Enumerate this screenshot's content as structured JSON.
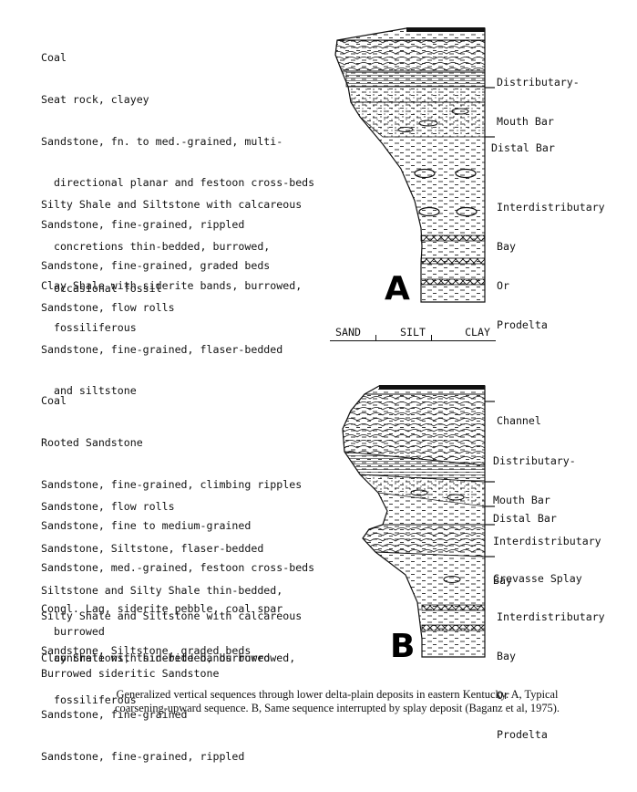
{
  "panel_a": {
    "label": "A",
    "descriptions": [
      "Coal",
      "Seat rock, clayey",
      "Sandstone, fn. to med.-grained, multi-",
      "  directional planar and festoon cross-beds",
      "Sandstone, fine-grained, rippled",
      "Sandstone, fine-grained, graded beds",
      "Sandstone, flow rolls",
      "Sandstone, fine-grained, flaser-bedded",
      "  and siltstone"
    ],
    "descriptions_lower_1": [
      "Silty Shale and Siltstone with calcareous",
      "  concretions thin-bedded, burrowed,",
      "  occasional fossil"
    ],
    "descriptions_lower_2": [
      "Clay Shale with siderite bands, burrowed,",
      "  fossiliferous"
    ],
    "zones": {
      "distributary_mouth_bar": [
        "Distributary-",
        "Mouth Bar"
      ],
      "distal_bar": [
        "Distal Bar"
      ],
      "interdistributary": [
        "Interdistributary",
        "Bay",
        "Or",
        "Prodelta"
      ]
    }
  },
  "grain_scale": {
    "labels": [
      "SAND",
      "SILT",
      "CLAY"
    ]
  },
  "panel_b": {
    "label": "B",
    "descriptions_1": [
      "Coal",
      "Rooted Sandstone",
      "Sandstone, fine-grained, climbing ripples",
      "Sandstone, fine to medium-grained",
      "Sandstone, med.-grained, festoon cross-beds",
      "Congl. Lag, siderite pebble, coal spar",
      "Sandstone, Siltstone, graded beds"
    ],
    "descriptions_2": [
      "Sandstone, flow rolls",
      "Sandstone, Siltstone, flaser-bedded",
      "Siltstone and Silty Shale thin-bedded,",
      "  burrowed",
      "Burrowed sideritic Sandstone",
      "Sandstone, fine-grained",
      "Sandstone, fine-grained, rippled"
    ],
    "descriptions_3": [
      "Silty Shale and Siltstone with calcareous",
      "  concretions, thin-bedded, burrowed"
    ],
    "descriptions_4": [
      "Clay Shale with siderite bands burrowed,",
      "  fossiliferous"
    ],
    "zones": {
      "channel": [
        "Channel"
      ],
      "distributary_mouth_bar": [
        "Distributary-",
        "Mouth Bar"
      ],
      "distal_bar": [
        "Distal Bar"
      ],
      "interdistributary_bay": [
        "Interdistributary",
        "Bay"
      ],
      "crevasse_splay": [
        "Crevasse Splay"
      ],
      "interdistributary_prodelta": [
        "Interdistributary",
        "Bay",
        "Or",
        "Prodelta"
      ]
    }
  },
  "caption": {
    "line1": "Generalized vertical sequences through lower delta-plain deposits in eastern Kentucky. A, Typical",
    "line2": "coarsening-upward sequence. B, Same sequence interrupted by splay deposit (Baganz et al, 1975)."
  }
}
